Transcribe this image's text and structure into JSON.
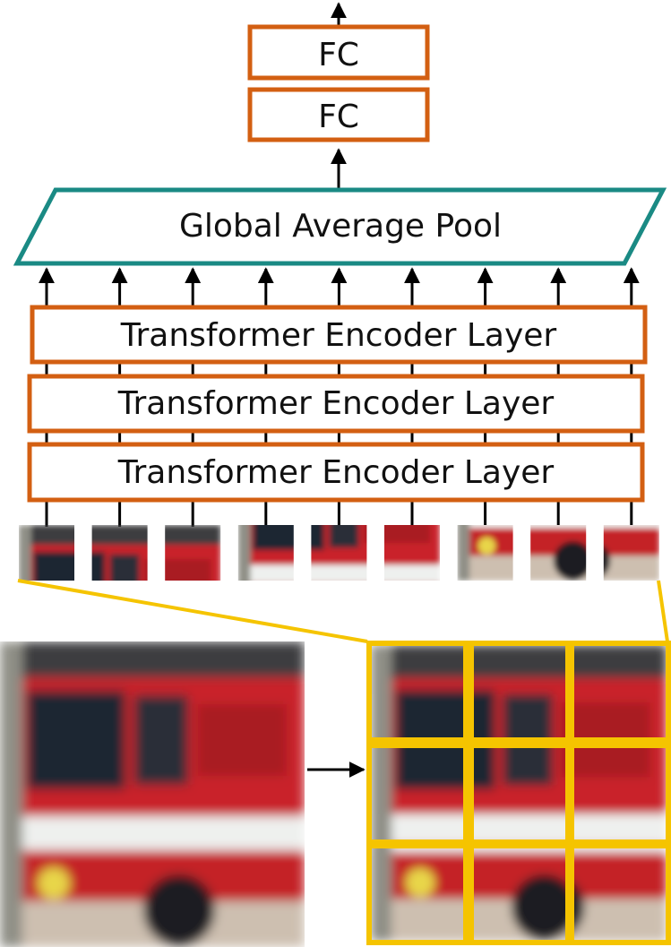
{
  "colors": {
    "fc_border": "#d35f12",
    "encoder_border": "#d35f12",
    "pool_border": "#1a8a84",
    "grid_border": "#f5c400",
    "arrow": "#000000",
    "truck_red": "#c9232a",
    "truck_dark": "#1f2630",
    "truck_white": "#eef0ee",
    "road": "#cdbfb0"
  },
  "diagram": {
    "fc_layers": [
      "FC",
      "FC"
    ],
    "pool_label": "Global Average Pool",
    "encoder_layers": [
      "Transformer Encoder Layer",
      "Transformer Encoder Layer",
      "Transformer Encoder Layer"
    ],
    "patch_count": 9,
    "grid_rows": 3,
    "grid_cols": 3
  }
}
